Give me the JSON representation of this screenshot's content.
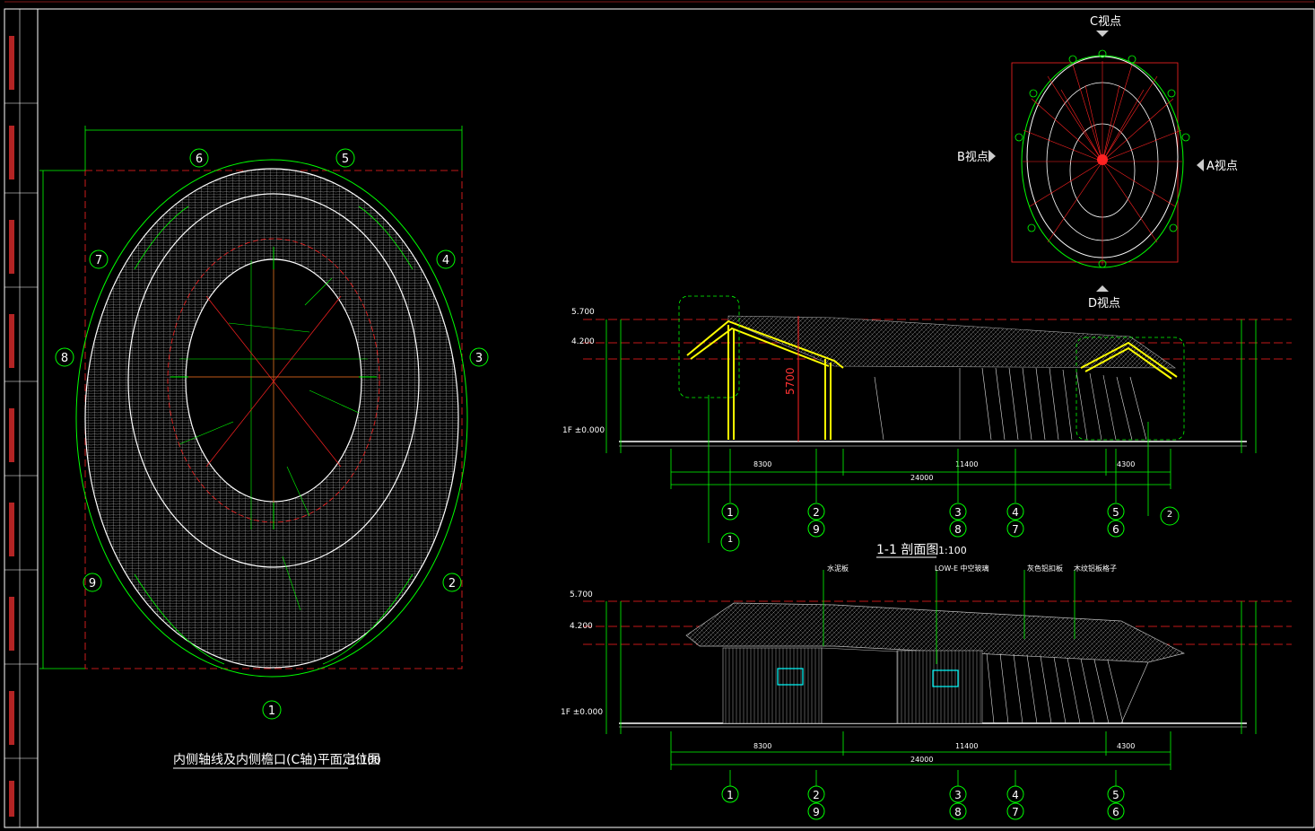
{
  "colors": {
    "background": "#000000",
    "frame": "#ffffff",
    "axis": "#00ff00",
    "section_line": "#ff0000",
    "roof_outline": "#ffff00",
    "cyan": "#00ffff",
    "text": "#ffffff"
  },
  "plan": {
    "title": "内侧轴线及内侧檐口(C轴)平面定位图",
    "scale": "1:100",
    "axis_bubbles": [
      "6",
      "5",
      "7",
      "4",
      "8",
      "3",
      "9",
      "2",
      "1"
    ]
  },
  "key_plan": {
    "view_c": "C视点",
    "view_b": "B视点",
    "view_a": "A视点",
    "view_d": "D视点"
  },
  "section": {
    "title": "1-1 剖面图",
    "scale": "1:100",
    "height_label": "5700",
    "level_top_left": "5.700",
    "level_mid_left": "4.200",
    "level_floor": "1F ±0.000",
    "dims": [
      "8300",
      "11400",
      "4300"
    ],
    "total_dim": "24000",
    "axis_top": [
      "1",
      "2",
      "3",
      "4",
      "5"
    ],
    "axis_bottom": [
      "9",
      "8",
      "7",
      "6"
    ],
    "detail_ref": "2"
  },
  "elevation": {
    "callouts": [
      "水泥板",
      "LOW-E 中空玻璃",
      "灰色铝扣板",
      "木纹铝板格子"
    ],
    "level_top_left": "5.700",
    "level_mid_left": "4.200",
    "level_floor": "1F ±0.000",
    "dims": [
      "8300",
      "11400",
      "4300"
    ],
    "total_dim": "24000",
    "axis_top": [
      "1",
      "2",
      "3",
      "4",
      "5"
    ],
    "axis_bottom": [
      "9",
      "8",
      "7",
      "6"
    ]
  }
}
